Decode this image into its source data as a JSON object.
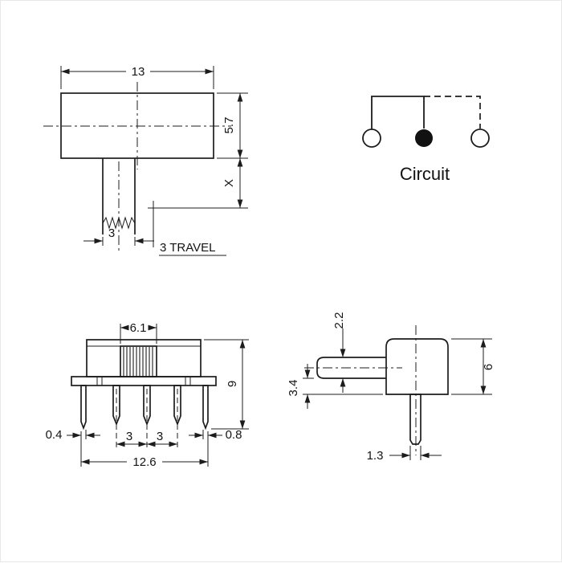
{
  "colors": {
    "line": "#1c1c1c",
    "background": "#ffffff"
  },
  "views": {
    "top_view": {
      "width": "13",
      "height": "5.7",
      "stem_length": "X",
      "stem_width": "3",
      "travel": "3 TRAVEL"
    },
    "circuit": {
      "caption": "Circuit"
    },
    "front_view": {
      "knob_width": "6.1",
      "total_height": "9",
      "left_leg_width": "0.4",
      "pin_pitch_left": "3",
      "pin_pitch_right": "3",
      "right_leg_width": "0.8",
      "total_width": "12.6"
    },
    "side_view": {
      "knob_thickness": "2.2",
      "knob_offset": "3.4",
      "body_height": "6",
      "pin_width": "1.3"
    }
  }
}
